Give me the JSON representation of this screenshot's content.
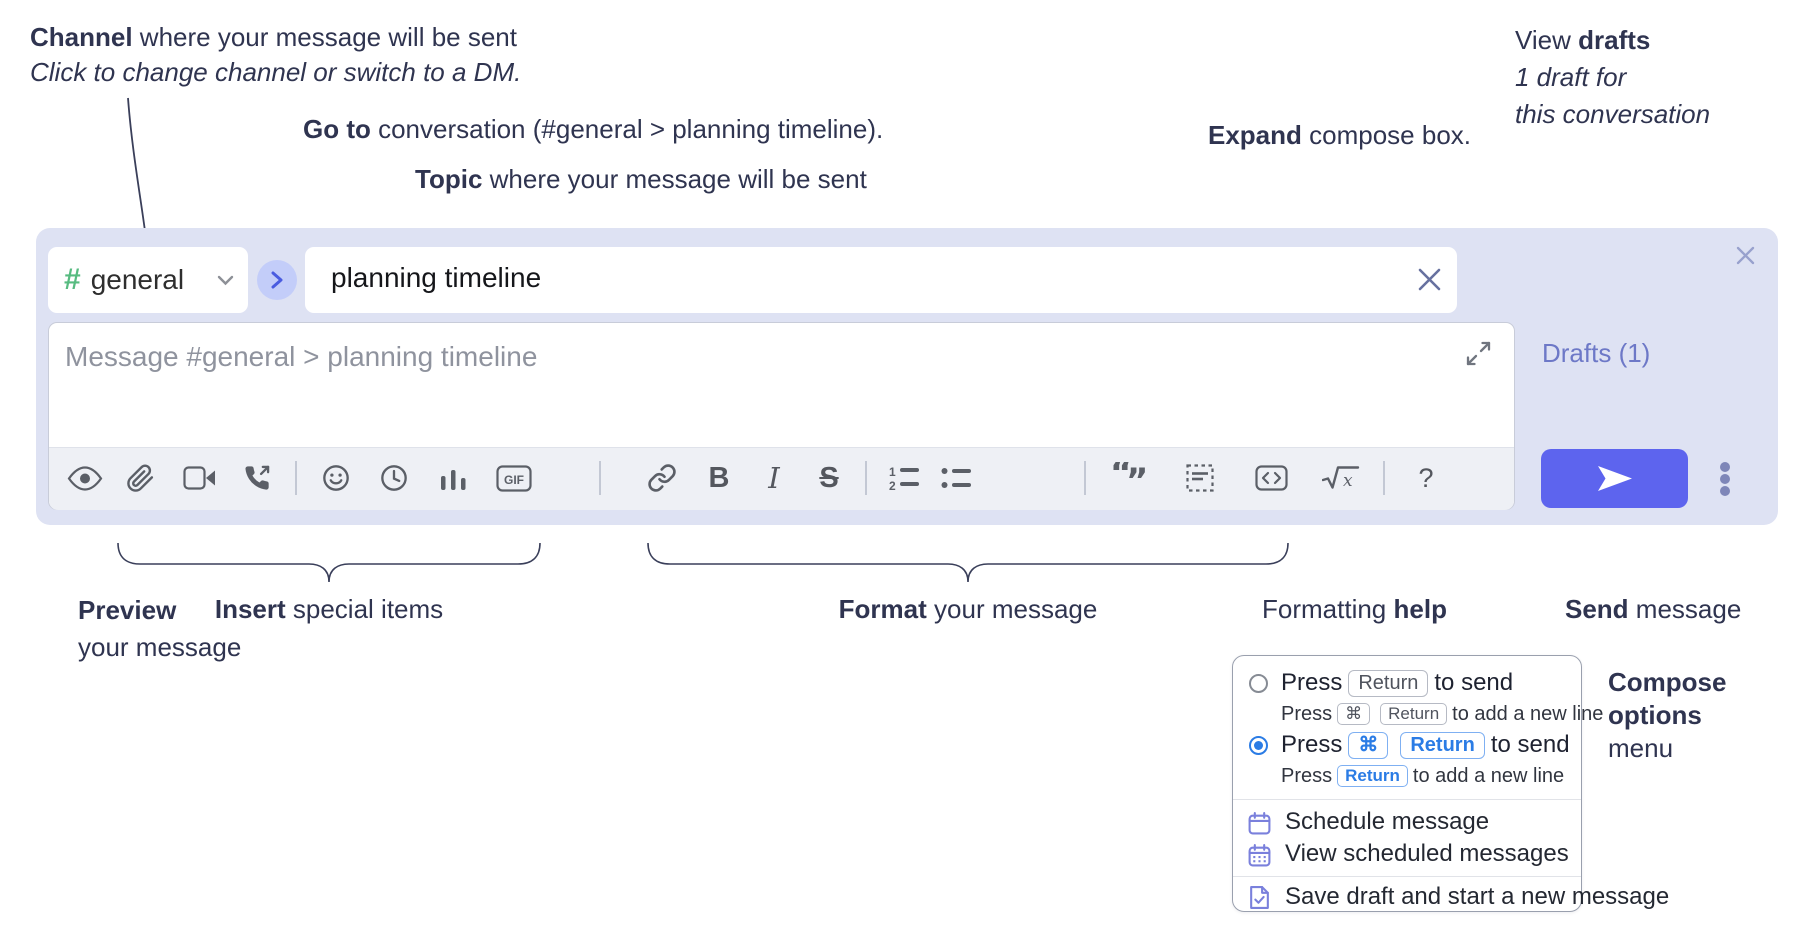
{
  "annotations": {
    "channel_line1_bold": "Channel",
    "channel_line1_rest": " where your message will be sent",
    "channel_line2": "Click to change channel or switch to a DM.",
    "goto_bold": "Go to",
    "goto_rest": " conversation (#general > planning timeline).",
    "topic_bold": "Topic",
    "topic_rest": " where your message will be sent",
    "drafts_line1_regular": "View ",
    "drafts_line1_bold": "drafts",
    "drafts_line2": "1 draft for",
    "drafts_line3": "this conversation",
    "expand_bold": "Expand",
    "expand_rest": " compose box.",
    "preview_bold": "Preview",
    "preview_line2": "your message",
    "insert_bold": "Insert",
    "insert_rest": " special items",
    "format_bold": "Format",
    "format_rest": " your message",
    "help_regular": "Formatting ",
    "help_bold": "help",
    "send_bold": "Send",
    "send_rest": " message",
    "compose_options_line1": "Compose",
    "compose_options_line2": "options",
    "compose_options_line3": "menu"
  },
  "compose": {
    "channel_hash": "#",
    "channel_name": "general",
    "topic_value": "planning timeline",
    "message_placeholder": "Message #general > planning timeline",
    "drafts_label": "Drafts (1)"
  },
  "toolbar": {
    "gif_label": "GIF",
    "bold_label": "B",
    "italic_label": "I",
    "strike_label": "S",
    "help_label": "?",
    "ol_1": "1",
    "ol_2": "2",
    "quote_open": "“",
    "quote_close": "”",
    "math_x": "x",
    "icon_names": [
      "preview",
      "attach-file",
      "video-call",
      "voice-call",
      "emoji",
      "global-time",
      "poll",
      "gif",
      "link",
      "bold",
      "italic",
      "strikethrough",
      "numbered-list",
      "bulleted-list",
      "quote",
      "spoiler",
      "code",
      "math",
      "help"
    ]
  },
  "popup": {
    "options": [
      {
        "selected": false,
        "line1_pre": "Press",
        "line1_key1": "Return",
        "line1_post": "to send",
        "line2_pre": "Press",
        "line2_key1": "⌘",
        "line2_key2": "Return",
        "line2_post": "to add a new line"
      },
      {
        "selected": true,
        "line1_pre": "Press",
        "line1_key1": "⌘",
        "line1_key2": "Return",
        "line1_post": "to send",
        "line2_pre": "Press",
        "line2_key1": "Return",
        "line2_post": "to add a new line"
      }
    ],
    "items": [
      "Schedule message",
      "View scheduled messages",
      "Save draft and start a new message"
    ]
  },
  "colors": {
    "compose_bg": "#dee2f3",
    "send_button": "#5d64ee",
    "drafts_link": "#6d78c7",
    "channel_hash_green": "#57bb80",
    "goto_circle": "#c3cdf9",
    "key_blue": "#2b7ce5",
    "menu_icon_purple": "#7a80dc",
    "annotation_navy": "#2f3450"
  }
}
